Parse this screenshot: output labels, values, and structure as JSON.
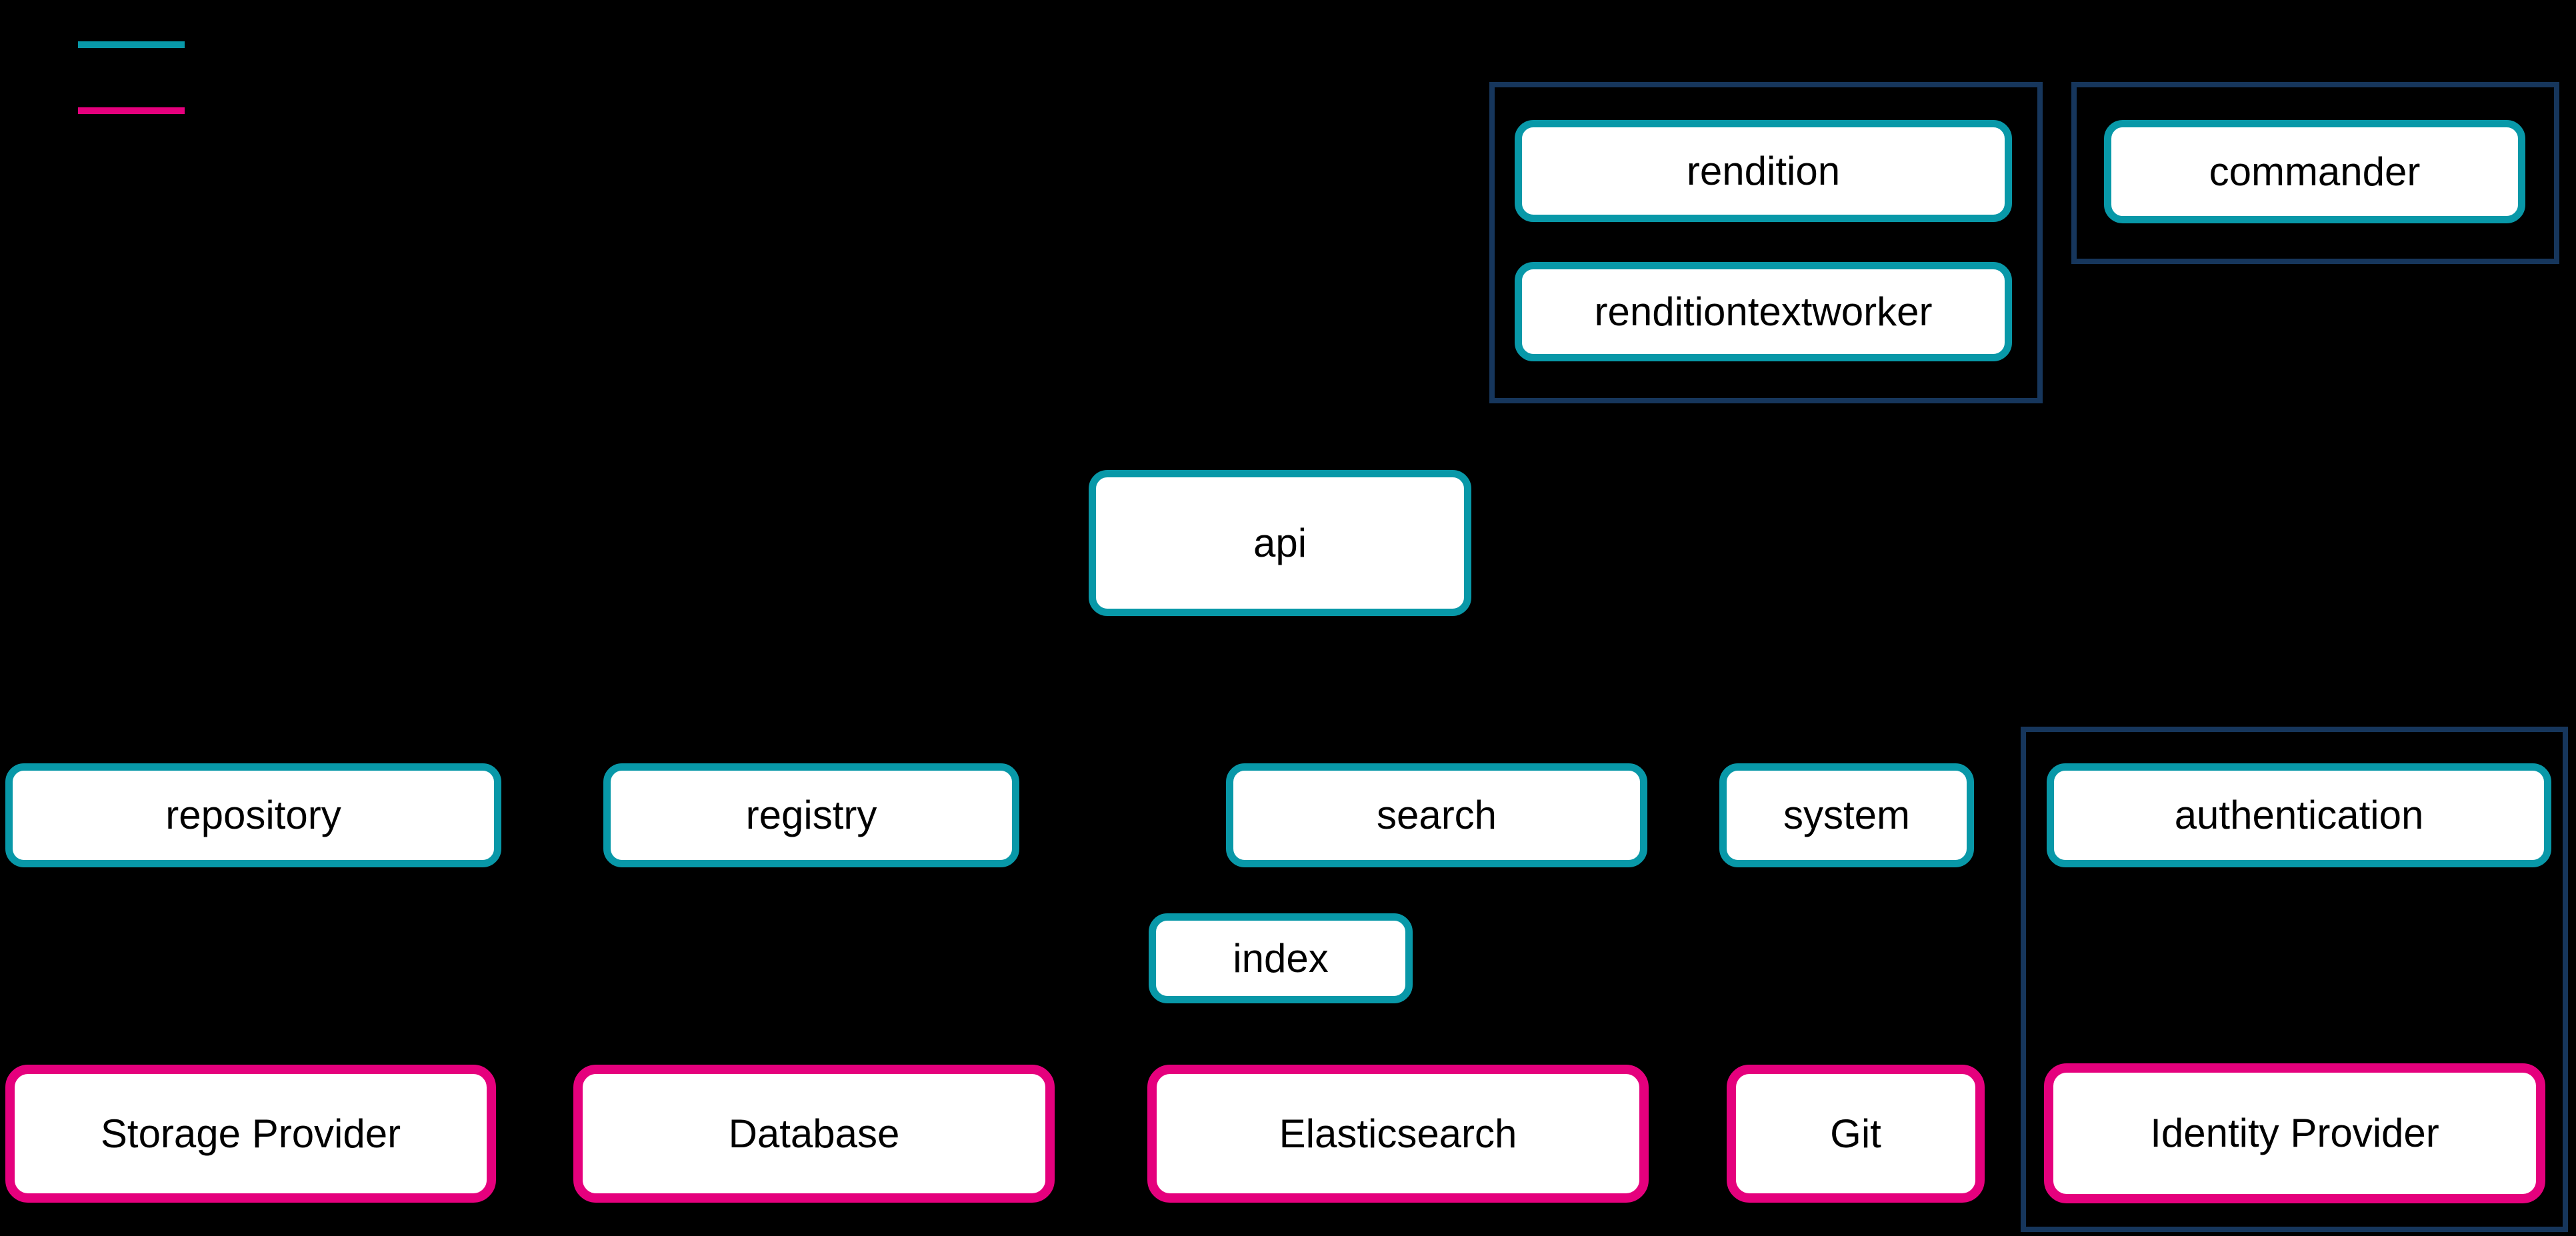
{
  "colors": {
    "teal": "#0898A8",
    "magenta": "#E5007D",
    "navy": "#16365C",
    "background": "#000000",
    "box_fill": "#FFFFFF",
    "text": "#000000"
  },
  "legend": {
    "items": [
      {
        "name": "teal-line",
        "color": "#0898A8"
      },
      {
        "name": "magenta-line",
        "color": "#E5007D"
      }
    ]
  },
  "groups": {
    "rendition_group": {
      "contains": [
        "rendition",
        "renditiontextworker"
      ]
    },
    "commander_group": {
      "contains": [
        "commander"
      ]
    },
    "authentication_group": {
      "contains": [
        "authentication",
        "identity_provider"
      ]
    }
  },
  "nodes": {
    "rendition": {
      "label": "rendition",
      "border_color": "#0898A8"
    },
    "renditiontextworker": {
      "label": "renditiontextworker",
      "border_color": "#0898A8"
    },
    "commander": {
      "label": "commander",
      "border_color": "#0898A8"
    },
    "api": {
      "label": "api",
      "border_color": "#0898A8"
    },
    "repository": {
      "label": "repository",
      "border_color": "#0898A8"
    },
    "registry": {
      "label": "registry",
      "border_color": "#0898A8"
    },
    "search": {
      "label": "search",
      "border_color": "#0898A8"
    },
    "system": {
      "label": "system",
      "border_color": "#0898A8"
    },
    "authentication": {
      "label": "authentication",
      "border_color": "#0898A8"
    },
    "index": {
      "label": "index",
      "border_color": "#0898A8"
    },
    "storage_provider": {
      "label": "Storage Provider",
      "border_color": "#E5007D"
    },
    "database": {
      "label": "Database",
      "border_color": "#E5007D"
    },
    "elasticsearch": {
      "label": "Elasticsearch",
      "border_color": "#E5007D"
    },
    "git": {
      "label": "Git",
      "border_color": "#E5007D"
    },
    "identity_provider": {
      "label": "Identity Provider",
      "border_color": "#E5007D"
    }
  }
}
